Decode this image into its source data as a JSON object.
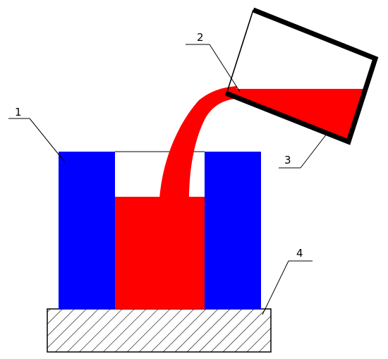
{
  "diagram": {
    "callouts": [
      {
        "id": "1",
        "label": "1",
        "part": "mold"
      },
      {
        "id": "2",
        "label": "2",
        "part": "molten-liquid"
      },
      {
        "id": "3",
        "label": "3",
        "part": "ladle-container"
      },
      {
        "id": "4",
        "label": "4",
        "part": "base-plate"
      }
    ],
    "colors": {
      "mold": "#0000ff",
      "liquid": "#ff0000",
      "outline": "#000000",
      "background": "#ffffff"
    }
  }
}
